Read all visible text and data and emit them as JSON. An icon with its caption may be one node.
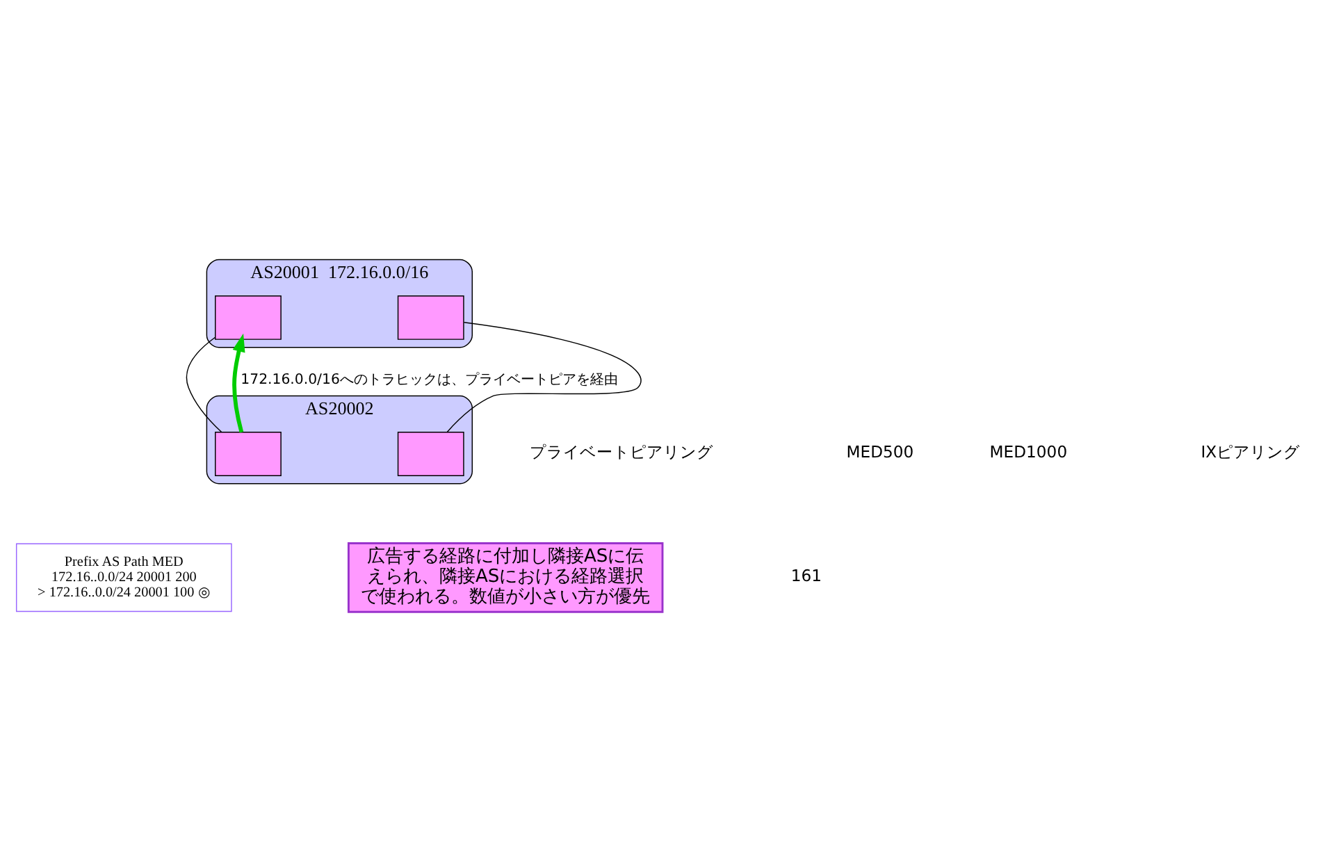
{
  "diagram": {
    "nodes": [
      {
        "text": [
          "AS20001"
        ],
        "beside": [
          "172.16.0.0/16"
        ]
      },
      {
        "text": [],
        "shape": "box",
        "in": 0
      },
      {
        "text": [],
        "shape": "box",
        "in": 0
      },
      {
        "text": [
          "AS20002"
        ]
      },
      {
        "text": [],
        "shape": "box",
        "in": 3
      },
      {
        "text": [],
        "shape": "box",
        "in": 3
      },
      {
        "text": [
          "Prefix AS Path MED",
          "172.16..0.0/24 20001 200",
          "> 172.16..0.0/24 20001 100 ◎"
        ]
      },
      {
        "text": [
          "広告する経路に付加し隣接ASに伝えられ、隣接ASにおける経路選択で使われる。数値が小さい方が優先"
        ]
      }
    ],
    "edges": [
      {
        "from": 1,
        "to": 4,
        "arrow": "none"
      },
      {
        "from": 2,
        "to": 5,
        "arrow": "none"
      },
      {
        "from": 4,
        "to": 1,
        "arrow": "to",
        "label": "172.16.0.0/16へのトラヒックは、プライベートピアを経由",
        "style": "thick",
        "color": "#00cc00"
      }
    ],
    "labels": [
      "MED500",
      "MED1000",
      "プライベートピアリング",
      "IXピアリング",
      "161"
    ]
  }
}
